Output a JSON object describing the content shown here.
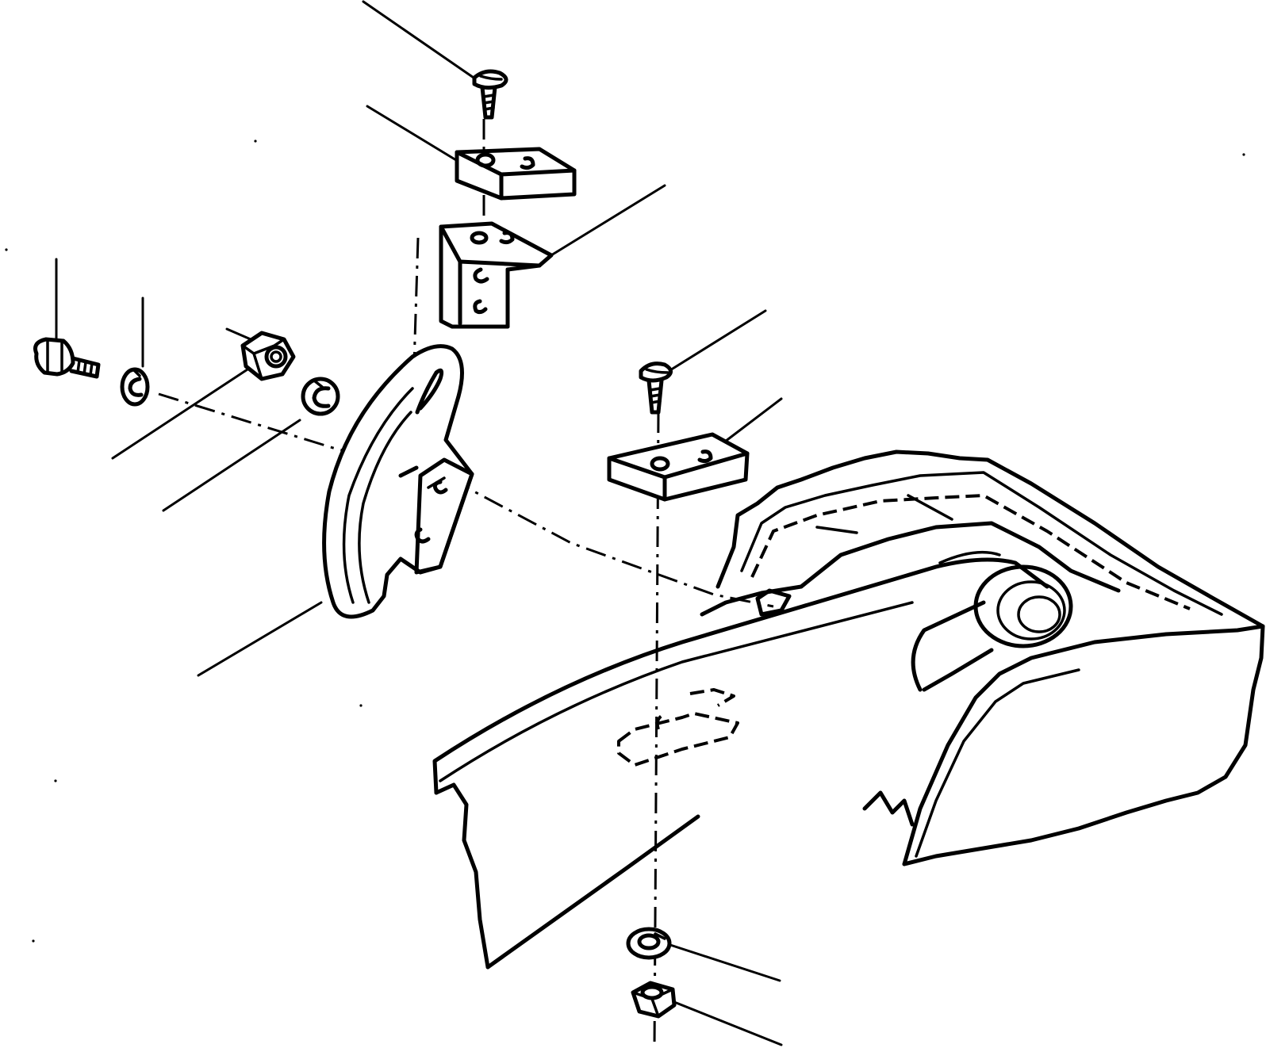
{
  "diagram": {
    "kind": "exploded-parts-illustration",
    "ink_color": "#000000",
    "background": "#ffffff",
    "parts": [
      "top-screw",
      "top-block",
      "angle-bracket",
      "right-screw",
      "right-block",
      "bolt",
      "lock-washer-left",
      "nut-left",
      "lock-washer-center",
      "curved-guide",
      "frame-casting",
      "lock-washer-bottom",
      "nut-bottom"
    ],
    "leader_lines": 13
  }
}
